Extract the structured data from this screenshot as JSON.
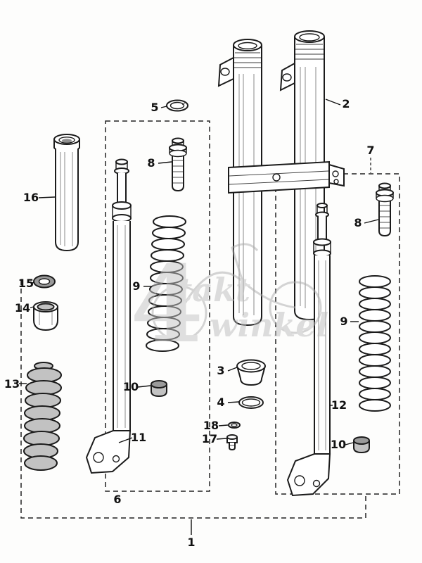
{
  "diagram": {
    "type": "exploded-parts-diagram",
    "subject": "front fork assembly",
    "watermark": {
      "numeral": "4",
      "word_top": "takt",
      "word_bottom": "winkel"
    },
    "labels": {
      "n1": "1",
      "n2": "2",
      "n3": "3",
      "n4": "4",
      "n5": "5",
      "n6": "6",
      "n7": "7",
      "n8": "8",
      "n9": "9",
      "n10": "10",
      "n11": "11",
      "n12": "12",
      "n13": "13",
      "n14": "14",
      "n15": "15",
      "n16": "16",
      "n17": "17",
      "n18": "18"
    }
  }
}
